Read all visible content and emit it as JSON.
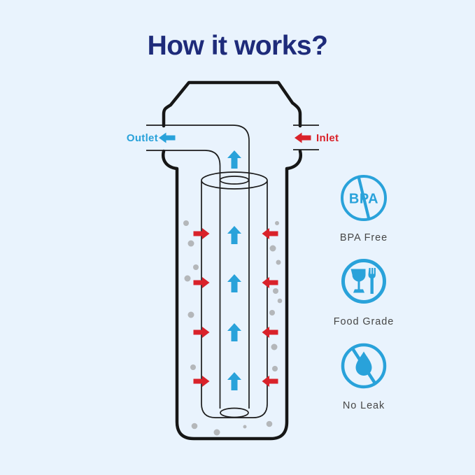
{
  "title": "How it works?",
  "diagram": {
    "outlet_label": "Outlet",
    "inlet_label": "Inlet"
  },
  "badges": [
    {
      "icon": "bpa-free-icon",
      "icon_text": "BPA",
      "label": "BPA Free"
    },
    {
      "icon": "food-grade-icon",
      "label": "Food Grade"
    },
    {
      "icon": "no-leak-icon",
      "label": "No Leak"
    }
  ],
  "colors": {
    "background": "#e9f3fd",
    "title-navy": "#1e2b7a",
    "accent-blue": "#29a2da",
    "accent-red": "#d9222a",
    "outline-black": "#161616",
    "particle-gray": "#b4b7ba",
    "caption-gray": "#464646"
  }
}
